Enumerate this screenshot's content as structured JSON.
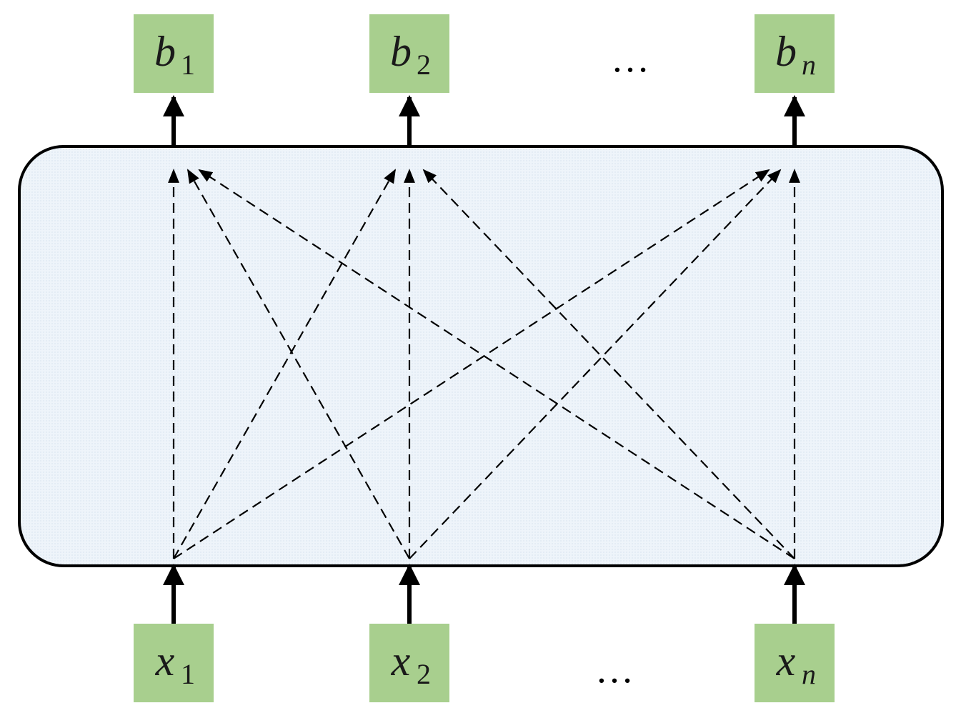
{
  "outputs": [
    {
      "sym": "b",
      "sub": "1",
      "sub_italic": false
    },
    {
      "sym": "b",
      "sub": "2",
      "sub_italic": false
    },
    {
      "sym": "b",
      "sub": "n",
      "sub_italic": true
    }
  ],
  "inputs": [
    {
      "sym": "x",
      "sub": "1",
      "sub_italic": false
    },
    {
      "sym": "x",
      "sub": "2",
      "sub_italic": false
    },
    {
      "sym": "x",
      "sub": "n",
      "sub_italic": true
    }
  ],
  "ellipsis_top": "…",
  "ellipsis_bottom": "…",
  "colors": {
    "node_fill": "#a8cf8e",
    "panel_fill": "#eef4fa",
    "stroke": "#000000"
  }
}
